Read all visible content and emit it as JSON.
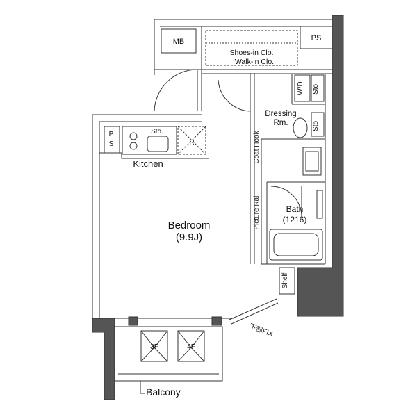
{
  "rooms": {
    "mb": "MB",
    "ps_top": "PS",
    "ps_kitchen": "P\nS",
    "shoes_closet": "Shoes-in Clo.",
    "walk_in_closet": "Walk-in Clo.",
    "washer_dryer": "W/D",
    "storage_wd": "Sto.",
    "dressing": "Dressing",
    "dressing_rm": "Rm.",
    "storage_dressing": "Sto.",
    "storage_kitchen": "Sto.",
    "refrigerator": "R",
    "kitchen": "Kitchen",
    "coat_hook": "Coat Hook",
    "picture_rail": "Picture Rail",
    "bath": "Bath",
    "bath_size": "(1216)",
    "bedroom": "Bedroom",
    "bedroom_size": "(9.9J)",
    "shelf": "Shelf",
    "fix_window": "下部FIX",
    "ladder_3f": "3F",
    "ladder_4f": "4F",
    "balcony": "Balcony"
  },
  "colors": {
    "wall_outline": "#1a1a1a",
    "exterior_wall": "#555555",
    "background": "#ffffff"
  }
}
